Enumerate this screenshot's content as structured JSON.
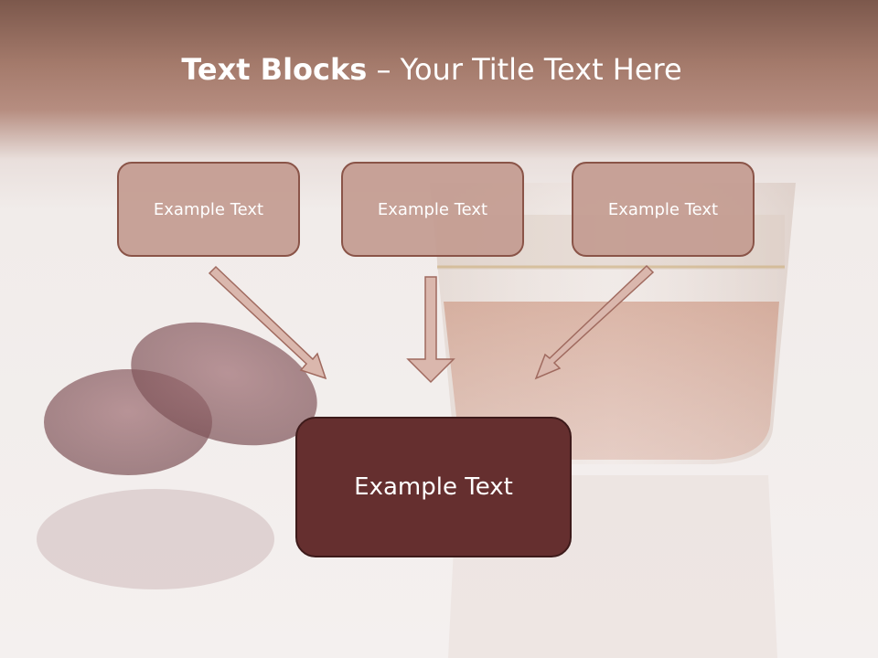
{
  "title": {
    "bold": "Text Blocks",
    "rest": " – Your Title Text Here"
  },
  "boxes": {
    "left": "Example Text",
    "center": "Example Text",
    "right": "Example Text",
    "main": "Example Text"
  },
  "colors": {
    "header": "#9c7062",
    "small_box_fill": "#c39b90",
    "small_box_border": "#8a5448",
    "main_box_fill": "#652f2f",
    "arrow_fill": "#d8b5ab"
  }
}
